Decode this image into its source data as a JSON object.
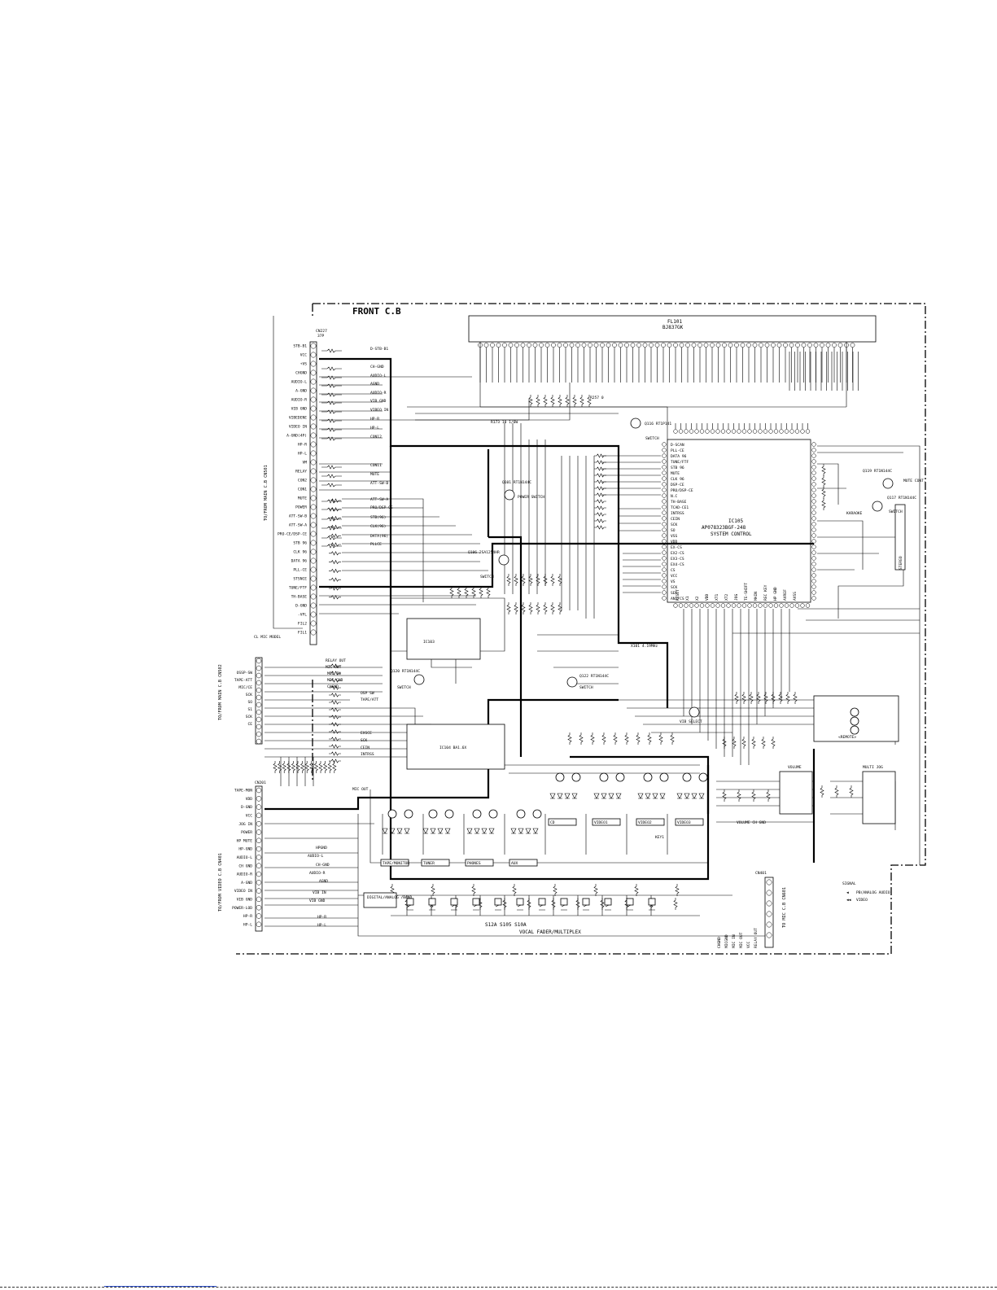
{
  "board": {
    "title": "FRONT C.B"
  },
  "fl101": {
    "ref": "FL101",
    "part": "BJ837GK"
  },
  "ic105": {
    "ref": "IC105",
    "part": "AP078323BGF-248",
    "desc": "SYSTEM CONTROL"
  },
  "cn501": {
    "ref": "CN227",
    "pins": "37P",
    "side_label": "TO/FROM MAIN C.B CN501",
    "signals": [
      "STB-B1",
      "VCC",
      "+VS",
      "CHGND",
      "AUDIO-L",
      "A-GND",
      "AUDIO-R",
      "VIB GND",
      "VIBEDENE",
      "VIDEO IN",
      "A-GND(4P)",
      "HP-R",
      "HP-L",
      "VM",
      "RELAY",
      "CON2",
      "CON1",
      "MUTE",
      "POWER",
      "ATT-SW-B",
      "ATT-SW-A",
      "PRO-CE/DSP-CE",
      "STB 96",
      "CLK 96",
      "DATA 96",
      "PLL-CE",
      "STSNCE",
      "TUNE/FTF",
      "TH-BASE",
      "D-GND",
      "-VFL",
      "FIL2",
      "FIL1"
    ],
    "nets": [
      "D-STB-B1",
      "CH-GND",
      "AUDIO-L",
      "AGND",
      "AUDIO-R",
      "VIB GND",
      "VIBEO IN",
      "HP-R",
      "HP-L",
      "CON12",
      "CON11",
      "MUTE",
      "ATT-SW-B",
      "ATT-SW-A",
      "PRO/DSP-CE",
      "STB(96)",
      "CLK(96)",
      "DATA(96)",
      "PLLCE"
    ]
  },
  "cn502": {
    "side_label": "TO/FROM MAIN C.B CN502",
    "signals": [
      "OSSP-SW",
      "TAPE-ATT",
      "MIC/CE",
      "SCK",
      "SO",
      "S1",
      "SCK",
      "CE"
    ],
    "nets": [
      "RELAY OUT",
      "MIC OUT",
      "MIC IN",
      "MIC GND",
      "CHGND",
      "OSP SW",
      "TAPE/ATT",
      "EXSCE",
      "SCK",
      "CEIN",
      "INTRSS"
    ],
    "mic_model": "CL MIC MODEL"
  },
  "cn401": {
    "ref": "CN201",
    "side_label": "TO/FROM VIDEO C.B CN401",
    "signals": [
      "TAPE-MON",
      "VDD",
      "D-GND",
      "VCC",
      "JOG IN",
      "POWER",
      "HP MUTE",
      "HP-GND",
      "AUDIO-L",
      "CH GND",
      "AUDIO-R",
      "A-GND",
      "VIDEO IN",
      "VIB GND",
      "POWER-LOD",
      "HP-R",
      "HP-L"
    ],
    "nets": [
      "MIC OUT",
      "HPGND",
      "AUDIO-L",
      "CH-GND",
      "AUDIO-R",
      "AGND",
      "VIB IN",
      "VIB GND",
      "HP-R",
      "HP-L"
    ]
  },
  "cn402": {
    "ref": "CN401",
    "side_label": "TO MIC C.B CN601",
    "signals": [
      "CHGND",
      "MICGND",
      "MIC IN",
      "MIC OUT",
      "VCC",
      "RELAY OUT"
    ]
  },
  "ic_pins_left": [
    "D-SCAN",
    "PLL-CE",
    "DATA 96",
    "TUNE/FTF",
    "STB 96",
    "MUTE",
    "CLK 96",
    "DSP-CE",
    "PRO/DSP-CE",
    "N.C",
    "TH-BASE",
    "TCAD-CE1",
    "INTRSS",
    "CEIN",
    "SCK",
    "SO",
    "VSS",
    "VDD",
    "EX-CS",
    "EX2-CS",
    "EX3-CS",
    "EX4-CS",
    "CS",
    "VCC",
    "VS",
    "SCK",
    "SEK",
    "ANI/CS"
  ],
  "ic_pins_bottom": [
    "RESET",
    "X1",
    "X2",
    "VDD",
    "XT1",
    "XT2",
    "JOG",
    "TE-SHIFT",
    "MAIN",
    "REC KEY",
    "HP GND",
    "AVREF",
    "AVSS"
  ],
  "labels": {
    "q101": "Q101 RT1N144C",
    "q101_desc": "POWER SWITCH",
    "q106": "Q106 2SA1254HR",
    "q106_desc": "SWITCH",
    "q116": "Q116 RT1P141",
    "q116_desc": "SWITCH",
    "q117": "Q117 RT1N144C",
    "q117_desc": "SWITCH",
    "q119": "Q119 RT1N144C",
    "q119_desc": "MUTE CONT.",
    "q120": "Q120 RT1N144C",
    "q120_desc": "SWITCH",
    "q122": "Q122 RT1N144C",
    "q122_desc": "SWITCH",
    "q113_desc": "VIB SELECT",
    "ic103": "IC103",
    "ic104": "IC104 BA1.6X",
    "volume": "VOLUME",
    "multi_jog": "MULTI JOG",
    "remote": "<REMOTE>",
    "karaoke": "KARAOKE",
    "stereo": "STEREO",
    "xtal": "X101 4.19MHz",
    "volume_ch": "VOLUME CH GND",
    "led_groups": [
      "TAPE/MONITOR",
      "TUNER",
      "PHONES",
      "AUX",
      "CD",
      "VIDEO1",
      "VIDEO2",
      "VIDEO3"
    ],
    "digital": "DIGITAL/ANALOG /BAND",
    "switches": "S12A   S105   S10A",
    "vocal": "VOCAL FADER/MULTIPLEX",
    "pwr_res": "R173 10 1/6W",
    "fl_res": "R257 0",
    "key1": "KEY1"
  },
  "legend": {
    "title": "SIGNAL",
    "items": [
      {
        "symbol": "◀",
        "label": "PB(ANALOG AUDIO)"
      },
      {
        "symbol": "◀◀",
        "label": "VIDEO"
      }
    ]
  }
}
